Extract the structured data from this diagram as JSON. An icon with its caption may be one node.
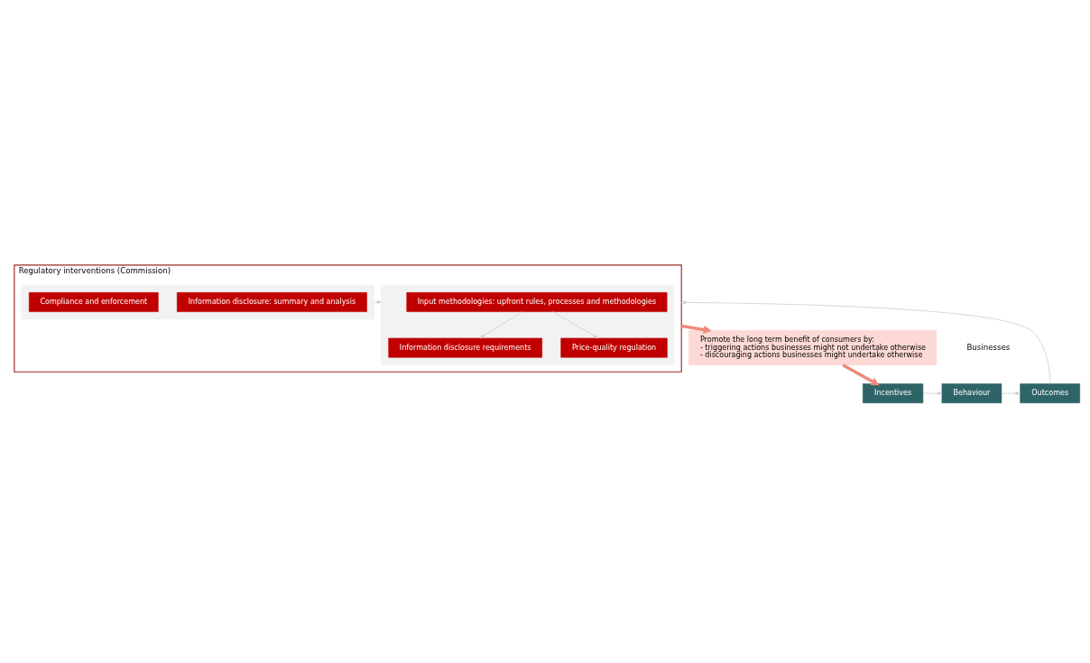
{
  "diagram": {
    "nodes": [
      {
        "text": [
          "Regulatory interventions (Commission)"
        ]
      },
      {
        "text": [],
        "shape": "box",
        "in": 0
      },
      {
        "text": [
          "Input methodologies: upfront rules, processes and methodologies"
        ],
        "in": 1
      },
      {
        "text": [
          "Information disclosure requirements"
        ],
        "in": 1
      },
      {
        "text": [
          "Price-quality regulation"
        ],
        "in": 1
      },
      {
        "text": [],
        "shape": "box",
        "in": 0
      },
      {
        "text": [
          "Information disclosure: summary and analysis"
        ],
        "in": 5
      },
      {
        "text": [
          "Compliance and enforcement"
        ],
        "in": 5
      },
      {
        "text": [
          "Promote the long term benefit of consumers by:",
          "- triggering actions businesses might not undertake otherwise",
          "- discouraging actions businesses might undertake otherwise"
        ]
      },
      {
        "text": [
          "Incentives"
        ]
      },
      {
        "text": [
          "Behaviour"
        ]
      },
      {
        "text": [
          "Outcomes"
        ]
      }
    ],
    "edges": [
      {
        "from": 2,
        "to": 3,
        "arrow": "to"
      },
      {
        "from": 2,
        "to": 4,
        "arrow": "to"
      },
      {
        "from": 5,
        "to": 1,
        "arrow": "to"
      },
      {
        "from": 0,
        "to": 8,
        "arrow": "to",
        "style": "thick",
        "color": "#ee8a7a"
      },
      {
        "from": 8,
        "to": 9,
        "arrow": "to",
        "style": "thick",
        "color": "#ee8a7a"
      },
      {
        "from": 9,
        "to": 10,
        "arrow": "to"
      },
      {
        "from": 10,
        "to": 11,
        "arrow": "to"
      },
      {
        "from": 11,
        "to": 0,
        "arrow": "to"
      }
    ],
    "labels": [
      "Businesses"
    ]
  }
}
